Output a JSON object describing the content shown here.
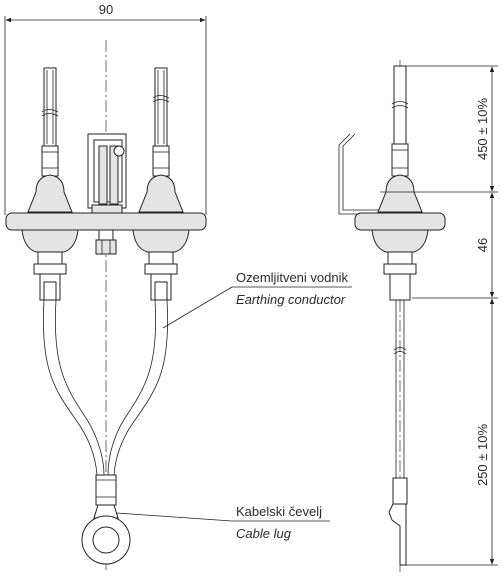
{
  "dimensions": {
    "width_top": "90",
    "upper_length": "450 ± 10%",
    "middle_length": "46",
    "lower_length": "250 ± 10%"
  },
  "labels": {
    "earthing_conductor_sl": "Ozemljitveni vodnik",
    "earthing_conductor_en": "Earthing conductor",
    "cable_lug_sl": "Kabelski čevelj",
    "cable_lug_en": "Cable lug"
  }
}
